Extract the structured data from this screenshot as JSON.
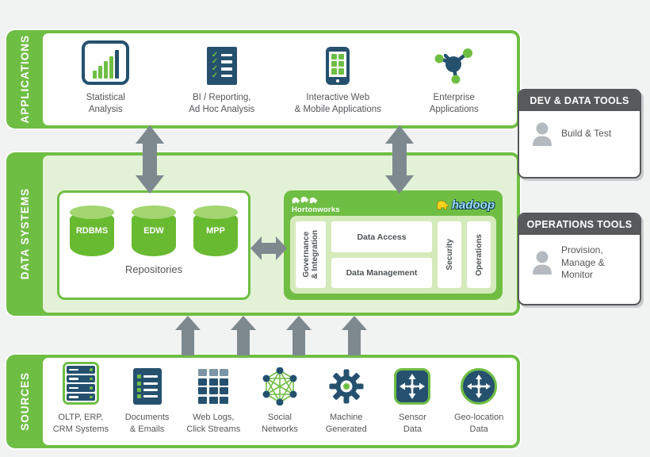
{
  "colors": {
    "green": "#6fbe44",
    "light_green": "#e3f1d6",
    "hadoop_inner_green": "#d5eaba",
    "cylinder_green": "#68ba30",
    "navy": "#25516f",
    "arrow_gray": "#7d898f",
    "panel_header_gray": "#58595b",
    "text_gray": "#55565a",
    "background": "#f1f2f2",
    "hadoop_yellow": "#f7d21e"
  },
  "applications": {
    "band_label": "APPLICATIONS",
    "items": [
      {
        "icon": "bar-chart-icon",
        "label": "Statistical\nAnalysis"
      },
      {
        "icon": "checklist-icon",
        "label": "BI / Reporting,\nAd Hoc Analysis"
      },
      {
        "icon": "mobile-phone-icon",
        "label": "Interactive Web\n& Mobile Applications"
      },
      {
        "icon": "network-hub-icon",
        "label": "Enterprise\nApplications"
      }
    ]
  },
  "data_systems": {
    "band_label": "DATA SYSTEMS",
    "repositories": {
      "title": "Repositories",
      "cylinders": [
        "RDBMS",
        "EDW",
        "MPP"
      ]
    },
    "hadoop": {
      "vendor_logo": "Hortonworks",
      "product_logo": "hadoop",
      "governance": "Governance\n& Integration",
      "data_access": "Data Access",
      "data_management": "Data Management",
      "security": "Security",
      "operations": "Operations"
    }
  },
  "sources": {
    "band_label": "SOURCES",
    "items": [
      {
        "icon": "server-stack-icon",
        "label": "OLTP, ERP,\nCRM Systems"
      },
      {
        "icon": "document-icon",
        "label": "Documents\n& Emails"
      },
      {
        "icon": "tile-grid-icon",
        "label": "Web Logs,\nClick Streams"
      },
      {
        "icon": "social-network-icon",
        "label": "Social\nNetworks"
      },
      {
        "icon": "gear-icon",
        "label": "Machine\nGenerated"
      },
      {
        "icon": "sensor-arrows-icon",
        "label": "Sensor\nData"
      },
      {
        "icon": "geo-location-icon",
        "label": "Geo-location\nData"
      }
    ]
  },
  "panels": {
    "dev_tools": {
      "title": "DEV & DATA TOOLS",
      "body": "Build & Test",
      "icon": "person-icon"
    },
    "operations_tools": {
      "title": "OPERATIONS TOOLS",
      "body": "Provision,\nManage &\nMonitor",
      "icon": "person-icon"
    }
  }
}
